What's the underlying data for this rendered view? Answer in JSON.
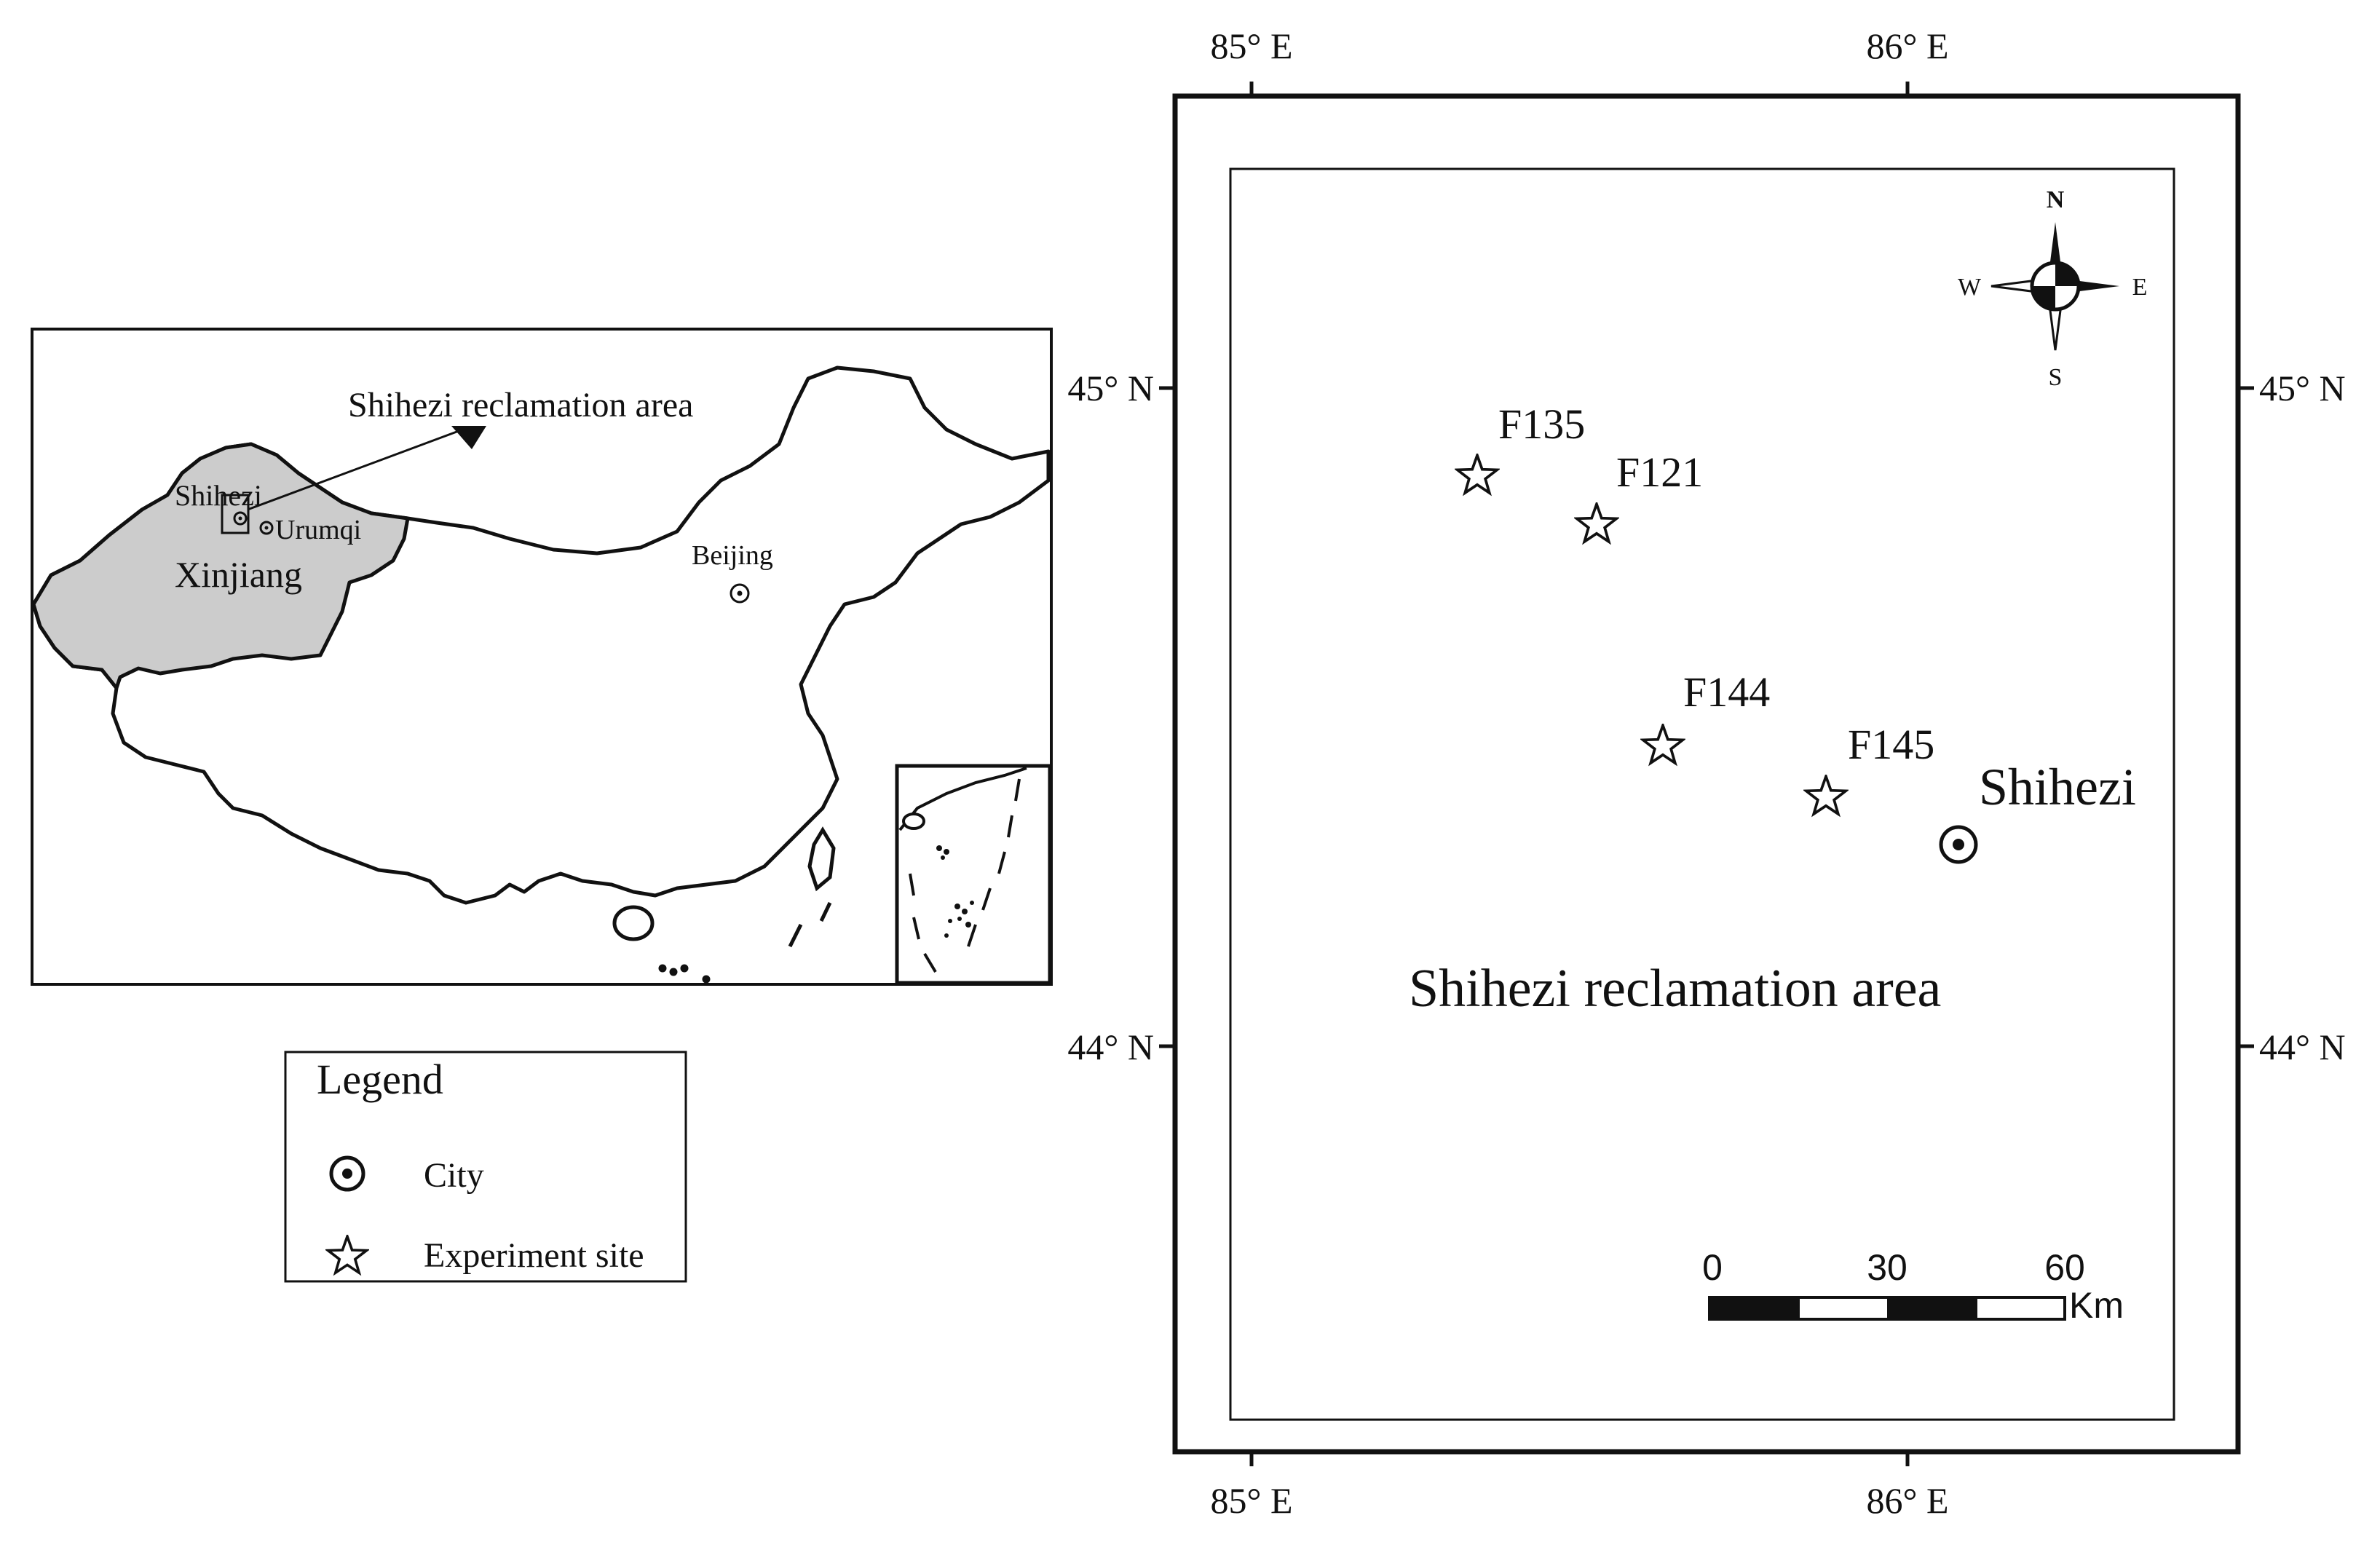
{
  "overview_map": {
    "region_label": "Xinjiang",
    "callout_label": "Shihezi reclamation area",
    "cities": [
      {
        "name": "Shihezi"
      },
      {
        "name": "Urumqi"
      },
      {
        "name": "Beijing"
      }
    ],
    "region_fill": "#cccccc"
  },
  "legend": {
    "title": "Legend",
    "items": [
      {
        "symbol": "city-icon",
        "label": "City"
      },
      {
        "symbol": "star-icon",
        "label": "Experiment site"
      }
    ]
  },
  "detail_map": {
    "area_label": "Shihezi reclamation area",
    "city": {
      "name": "Shihezi"
    },
    "experiment_sites": [
      {
        "name": "F135"
      },
      {
        "name": "F121"
      },
      {
        "name": "F144"
      },
      {
        "name": "F145"
      }
    ],
    "longitude_ticks": [
      "85° E",
      "86° E"
    ],
    "latitude_ticks": [
      "45° N",
      "44° N"
    ],
    "compass": {
      "n": "N",
      "s": "S",
      "e": "E",
      "w": "W"
    },
    "scale_bar": {
      "labels": [
        "0",
        "30",
        "60"
      ],
      "unit": "Km"
    }
  }
}
